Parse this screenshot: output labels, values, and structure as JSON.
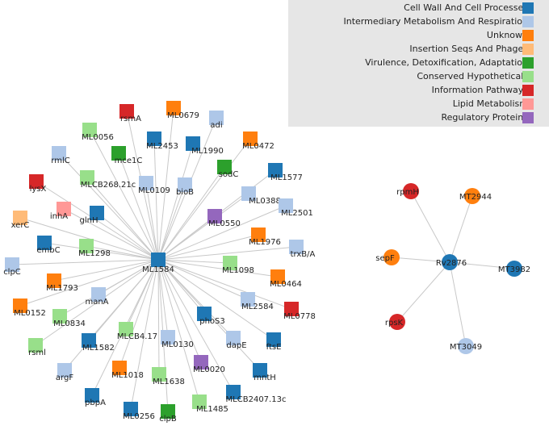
{
  "legend": [
    {
      "label": "Cell Wall And Cell Processes",
      "color": "#1f77b4"
    },
    {
      "label": "Intermediary Metabolism And Respiration",
      "color": "#aec7e8"
    },
    {
      "label": "Unknown",
      "color": "#ff7f0e"
    },
    {
      "label": "Insertion Seqs And Phages",
      "color": "#ffbb78"
    },
    {
      "label": "Virulence, Detoxification, Adaptation",
      "color": "#2ca02c"
    },
    {
      "label": "Conserved Hypotheticals",
      "color": "#98df8a"
    },
    {
      "label": "Information Pathways",
      "color": "#d62728"
    },
    {
      "label": "Lipid Metabolism",
      "color": "#ff9896"
    },
    {
      "label": "Regulatory Proteins",
      "color": "#9467bd"
    }
  ],
  "networks": [
    {
      "hub": {
        "id": "ML1584",
        "category": 0
      },
      "nodes": [
        {
          "id": "rsmA",
          "category": 6
        },
        {
          "id": "ML0679",
          "category": 2
        },
        {
          "id": "adi",
          "category": 1
        },
        {
          "id": "ML0056",
          "category": 5
        },
        {
          "id": "ML2453",
          "category": 0
        },
        {
          "id": "ML1990",
          "category": 0
        },
        {
          "id": "ML0472",
          "category": 2
        },
        {
          "id": "rmlC",
          "category": 1
        },
        {
          "id": "mce1C",
          "category": 4
        },
        {
          "id": "sodC",
          "category": 4
        },
        {
          "id": "ML1577",
          "category": 0
        },
        {
          "id": "lysX",
          "category": 6
        },
        {
          "id": "MLCB268.21c",
          "category": 5
        },
        {
          "id": "ML0109",
          "category": 1
        },
        {
          "id": "bioB",
          "category": 1
        },
        {
          "id": "ML0388",
          "category": 1
        },
        {
          "id": "inhA",
          "category": 7
        },
        {
          "id": "glnH",
          "category": 0
        },
        {
          "id": "ML0550",
          "category": 8
        },
        {
          "id": "ML2501",
          "category": 1
        },
        {
          "id": "xerC",
          "category": 3
        },
        {
          "id": "ML1976",
          "category": 2
        },
        {
          "id": "embC",
          "category": 0
        },
        {
          "id": "ML1298",
          "category": 5
        },
        {
          "id": "trxB/A",
          "category": 1
        },
        {
          "id": "clpC",
          "category": 1
        },
        {
          "id": "ML1098",
          "category": 5
        },
        {
          "id": "ML0464",
          "category": 2
        },
        {
          "id": "ML1793",
          "category": 2
        },
        {
          "id": "manA",
          "category": 1
        },
        {
          "id": "ML2584",
          "category": 1
        },
        {
          "id": "ML0152",
          "category": 2
        },
        {
          "id": "ML0834",
          "category": 5
        },
        {
          "id": "ML0778",
          "category": 6
        },
        {
          "id": "phoS3",
          "category": 0
        },
        {
          "id": "rsml",
          "category": 5
        },
        {
          "id": "ML1582",
          "category": 0
        },
        {
          "id": "MLCB4.17",
          "category": 5
        },
        {
          "id": "ML0130",
          "category": 1
        },
        {
          "id": "dapE",
          "category": 1
        },
        {
          "id": "ftsE",
          "category": 0
        },
        {
          "id": "argF",
          "category": 1
        },
        {
          "id": "ML1018",
          "category": 2
        },
        {
          "id": "ML0020",
          "category": 8
        },
        {
          "id": "mntH",
          "category": 0
        },
        {
          "id": "ML1638",
          "category": 5
        },
        {
          "id": "pbpA",
          "category": 0
        },
        {
          "id": "MLCB2407.13c",
          "category": 0
        },
        {
          "id": "ML1485",
          "category": 5
        },
        {
          "id": "ML0256",
          "category": 0
        },
        {
          "id": "clpB",
          "category": 4
        }
      ]
    },
    {
      "hub": {
        "id": "Rv2876",
        "category": 0
      },
      "nodes": [
        {
          "id": "rpmH",
          "category": 6
        },
        {
          "id": "MT2944",
          "category": 2
        },
        {
          "id": "sepF",
          "category": 2
        },
        {
          "id": "MT3982",
          "category": 0
        },
        {
          "id": "rpsK",
          "category": 6
        },
        {
          "id": "MT3049",
          "category": 1
        }
      ]
    }
  ]
}
